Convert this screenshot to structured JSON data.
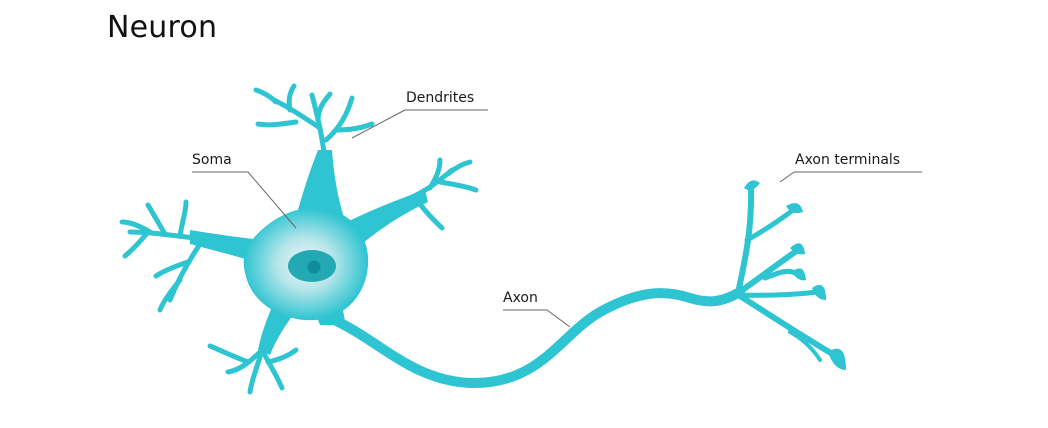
{
  "title": "Neuron",
  "labels": {
    "dendrites": "Dendrites",
    "soma": "Soma",
    "axon_terminals": "Axon terminals",
    "axon": "Axon"
  },
  "colors": {
    "neuron": "#2ec4d1",
    "nucleus": "#22a9b4",
    "nucleolus": "#118d99",
    "soma_glow": "#e8f4f5",
    "leader_line": "#666666"
  }
}
